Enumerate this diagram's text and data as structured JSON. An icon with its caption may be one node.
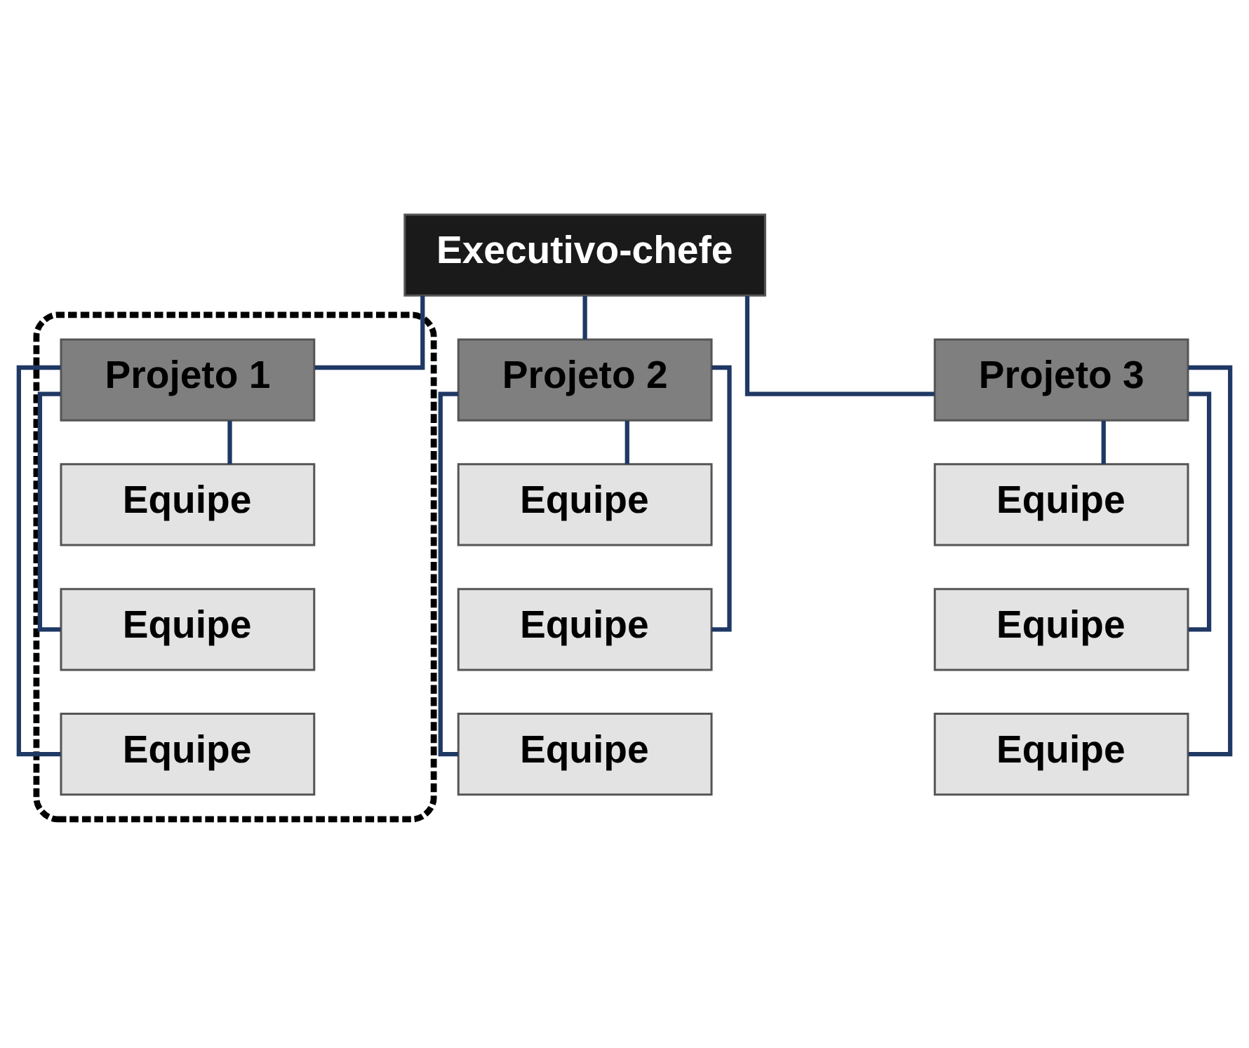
{
  "diagram": {
    "nodes": [
      {
        "text": [
          "Executivo-chefe"
        ]
      },
      {
        "text": [],
        "shape": "box"
      },
      {
        "text": [
          "Projeto 1"
        ],
        "in": 1
      },
      {
        "text": [
          "Equipe"
        ],
        "in": 1
      },
      {
        "text": [
          "Equipe"
        ],
        "in": 1
      },
      {
        "text": [
          "Equipe"
        ],
        "in": 1
      },
      {
        "text": [
          "Projeto 2"
        ]
      },
      {
        "text": [
          "Equipe"
        ]
      },
      {
        "text": [
          "Equipe"
        ]
      },
      {
        "text": [
          "Equipe"
        ]
      },
      {
        "text": [
          "Projeto 3"
        ]
      },
      {
        "text": [
          "Equipe"
        ]
      },
      {
        "text": [
          "Equipe"
        ]
      },
      {
        "text": [
          "Equipe"
        ]
      }
    ],
    "edges": [
      {
        "from": 0,
        "to": 2,
        "arrow": "none"
      },
      {
        "from": 0,
        "to": 6,
        "arrow": "none"
      },
      {
        "from": 0,
        "to": 10,
        "arrow": "none"
      },
      {
        "from": 2,
        "to": 3,
        "arrow": "none"
      },
      {
        "from": 2,
        "to": 4,
        "arrow": "none"
      },
      {
        "from": 2,
        "to": 5,
        "arrow": "none"
      },
      {
        "from": 6,
        "to": 7,
        "arrow": "none"
      },
      {
        "from": 6,
        "to": 8,
        "arrow": "none"
      },
      {
        "from": 6,
        "to": 9,
        "arrow": "none"
      },
      {
        "from": 10,
        "to": 11,
        "arrow": "none"
      },
      {
        "from": 10,
        "to": 12,
        "arrow": "none"
      },
      {
        "from": 10,
        "to": 13,
        "arrow": "none"
      }
    ]
  }
}
